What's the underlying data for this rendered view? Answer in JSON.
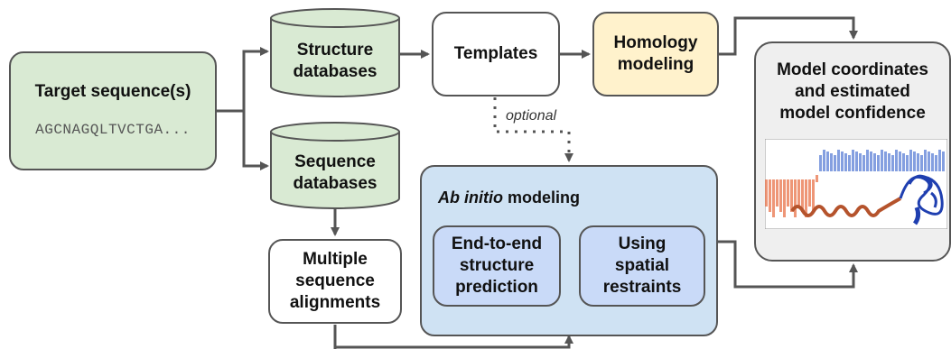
{
  "target": {
    "title": "Target sequence(s)",
    "sequence": "AGCNAGQLTVCTGA..."
  },
  "structure_db": {
    "line1": "Structure",
    "line2": "databases"
  },
  "sequence_db": {
    "line1": "Sequence",
    "line2": "databases"
  },
  "templates": {
    "label": "Templates"
  },
  "homology": {
    "line1": "Homology",
    "line2": "modeling"
  },
  "optional": {
    "label": "optional"
  },
  "msa": {
    "line1": "Multiple",
    "line2": "sequence",
    "line3": "alignments"
  },
  "abinitio": {
    "title_italic": "Ab initio",
    "title_rest": " modeling",
    "end_to_end": {
      "line1": "End-to-end",
      "line2": "structure",
      "line3": "prediction"
    },
    "spatial": {
      "line1": "Using",
      "line2": "spatial",
      "line3": "restraints"
    }
  },
  "output": {
    "line1": "Model coordinates",
    "line2": "and estimated",
    "line3": "model confidence"
  },
  "colors": {
    "green": "#d9ead3",
    "yellow": "#fff2cc",
    "light_blue": "#cfe2f3",
    "mid_blue": "#c9daf8",
    "grey": "#efefef",
    "stroke": "#555555",
    "confidence_low": "#e8734a",
    "confidence_high": "#5b7fd6"
  }
}
